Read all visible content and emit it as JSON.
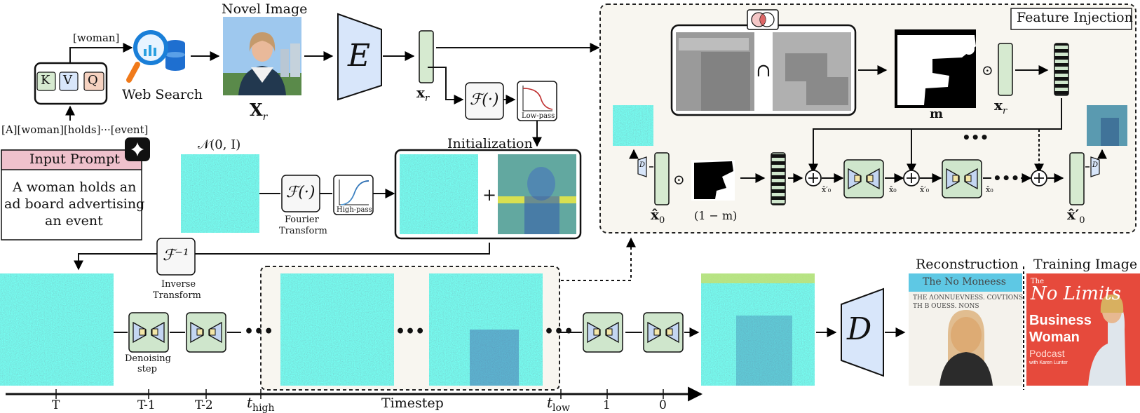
{
  "prompt": {
    "tokens": [
      "K",
      "V",
      "Q"
    ],
    "query_word": "[woman]",
    "token_sequence": "[A][woman][holds]···[event]",
    "title": "Input Prompt",
    "text_lines": [
      "A woman holds an",
      "ad board advertising",
      "an event"
    ]
  },
  "web_search": {
    "label": "Web Search"
  },
  "novel_image": {
    "title": "Novel Image",
    "symbol": "X",
    "subscript": "r"
  },
  "encoder": {
    "symbol": "E"
  },
  "latent_ref": {
    "symbol": "x",
    "subscript": "r"
  },
  "fourier_top": {
    "symbol": "ℱ(·)",
    "filter": "Low-pass"
  },
  "noise": {
    "label": "𝒩(0, I)"
  },
  "fourier_mid": {
    "symbol": "ℱ(·)",
    "caption_lines": [
      "Fourier",
      "Transform"
    ],
    "filter": "High-pass"
  },
  "initialization": {
    "title": "Initialization",
    "plus": "+"
  },
  "inverse": {
    "symbol": "ℱ⁻¹",
    "caption_lines": [
      "Inverse",
      "Transform"
    ]
  },
  "denoise": {
    "caption_lines": [
      "Denoising",
      "step"
    ]
  },
  "timeline": {
    "label": "Timestep",
    "ticks": [
      "T",
      "T-1",
      "T-2",
      "t",
      "t",
      "1",
      "0"
    ],
    "t_high_sub": "high",
    "t_low_sub": "low"
  },
  "decoder": {
    "symbol": "D"
  },
  "reconstruction": {
    "title": "Reconstruction",
    "header": "The No Moneess",
    "lines": [
      "THE ΛONNUEVNESS. COVTIONS.",
      "TH B OUESS. NONS"
    ]
  },
  "training": {
    "title": "Training Image",
    "brand_lines": [
      "The",
      "No Limits"
    ],
    "big_lines": [
      "Business",
      "Woman"
    ],
    "sub": "Podcast",
    "author": "with Karen Lunter"
  },
  "feature_injection": {
    "title": "Feature Injection",
    "intersect": "∩",
    "dot": "⊙",
    "mask_label": "m",
    "inv_mask_label": "(1 − m)",
    "xr_symbol": "x",
    "xr_sub": "r",
    "x0_hat": "x̂",
    "x0_sub": "0",
    "x0_prime": "x̂′",
    "small_x0": "x̂₀",
    "small_x0p": "x̂′₀",
    "decoder_small": "D",
    "ellipsis": "•••"
  },
  "colors": {
    "latent_green": "#d6ead0",
    "unet_green": "#cfe6cc",
    "encoder_blue": "#d8e6fa",
    "prompt_pink": "#efc1cc",
    "panel_bg": "#f8f6f0"
  }
}
